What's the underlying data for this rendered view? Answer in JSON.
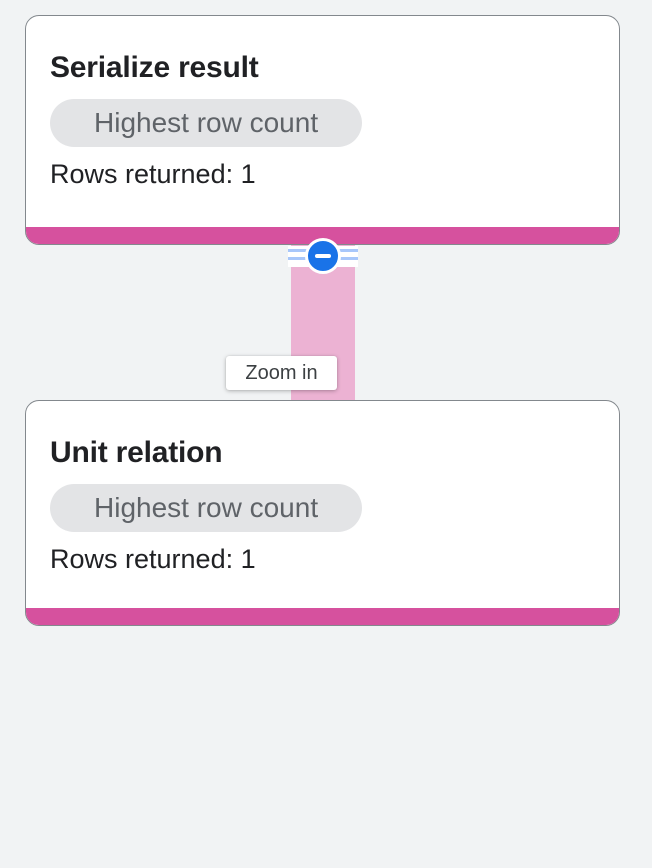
{
  "nodes": [
    {
      "title": "Serialize result",
      "badge": "Highest row count",
      "rows": "Rows returned: 1"
    },
    {
      "title": "Unit relation",
      "badge": "Highest row count",
      "rows": "Rows returned: 1"
    }
  ],
  "edge": {
    "tooltip": "Zoom in",
    "collapse_icon": "minus-circle"
  },
  "colors": {
    "bg": "#f1f3f4",
    "accent_pink": "#d6519e",
    "edge_pink": "#ecb2d3",
    "collapse_blue": "#1a73e8",
    "stripe_blue": "#a8c7fa",
    "card_border": "#83888d",
    "badge_bg": "#e3e4e6",
    "badge_text": "#5f6368",
    "text": "#202124",
    "tooltip_text": "#3c4043"
  }
}
